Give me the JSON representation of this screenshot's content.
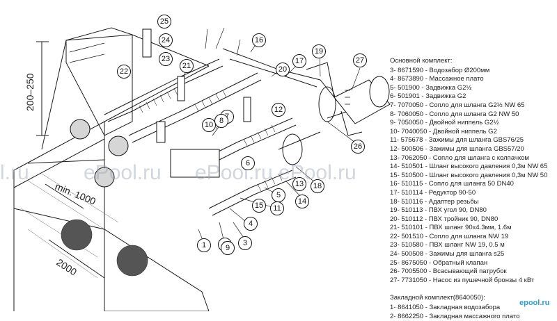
{
  "callouts": [
    "1",
    "2",
    "3",
    "4",
    "5",
    "6",
    "7",
    "8",
    "9",
    "10",
    "11",
    "12",
    "13",
    "14",
    "15",
    "16",
    "17",
    "18",
    "19",
    "20",
    "21",
    "22",
    "23",
    "24",
    "25",
    "26",
    "27"
  ],
  "dimensions": {
    "height_range": "200–250",
    "min_depth": "min. 1000",
    "spacing": "2000"
  },
  "watermarks": [
    "l.ru",
    "ePool.ru",
    "ePool.ru",
    "ePool.ru"
  ],
  "legend": {
    "main_title": "Основной комплект:",
    "main_items": [
      "3- 8671590 - Водозабор Ø200мм",
      "4- 8673890 - Массажное плато",
      "5- 501900 - Задвижка G2½",
      "6- 501901 - Задвижка G2",
      "7- 7070050 - Сопло для шланга G2½ NW 65",
      "8- 7060050 - Сопло для шланга G2 NW 50",
      "9- 7050050 - Двойной ниппель G2½",
      "10- 7040050 - Двойной ниппель G2",
      "11- 575678 - Зажимы для шланга GBS76/25",
      "12- 500506 - Зажимы для шланга GBS57/20",
      "13- 7062050 - Сопло для шланга с колпачком",
      "14- 510501 - Шланг высокого давления 0,3м NW 65",
      "15- 510500 - Шланг высокого давления 0,3м NW 50",
      "16- 510115 - Сопло для шланга 50 DN40",
      "17- 510114 - Редуктор 90-50",
      "18- 510116 - Адаптер резьбы",
      "19- 510113 - ПВХ угол 90, DN80",
      "20- 510112 - ПВХ тройник 90, DN80",
      "21- 510101 - ПВХ шланг 90х4.3мм, 1.6м",
      "22- 501510 - Сопло для шланга NW 19",
      "23- 510580 - ПВХ шланг NW 19, 0.5 м",
      "24- 500508 - Зажимы для шланга s25",
      "25- 8675050 - Обратный клапан",
      "26- 7005500 - Всасывающий патрубок",
      "27- 7731050 - Насос из пушечной бронзы 4 кВт"
    ],
    "embedded_title": "Закладной комплект(8640050):",
    "embedded_items": [
      "1- 8641050 - Закладная водозабора",
      "2- 8662250 - Закладная массажного плато"
    ]
  },
  "logo_text": "epool.ru"
}
